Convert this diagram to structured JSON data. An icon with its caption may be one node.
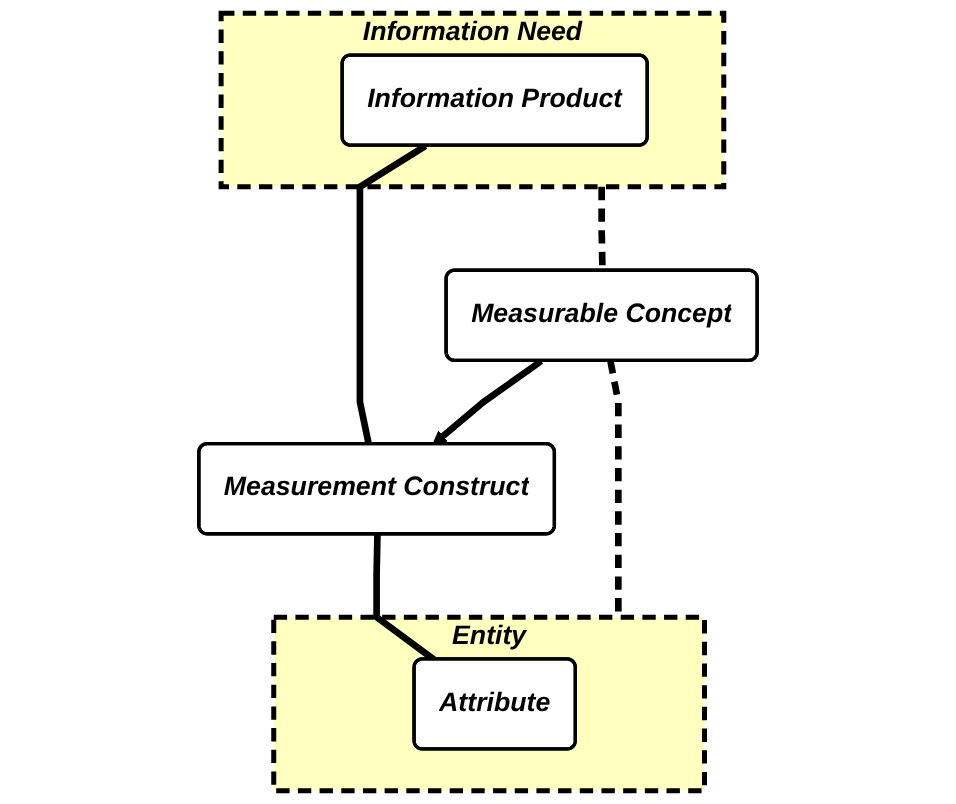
{
  "diagram": {
    "nodes": [
      {
        "text": [
          "Information Need"
        ]
      },
      {
        "text": [
          "Information Product"
        ],
        "in": 0
      },
      {
        "text": [
          "Measurable Concept"
        ]
      },
      {
        "text": [
          "Measurement Construct"
        ]
      },
      {
        "text": [
          "Entity"
        ]
      },
      {
        "text": [
          "Attribute"
        ],
        "in": 4
      }
    ],
    "edges": [
      {
        "from": 0,
        "to": 2,
        "arrow": "none",
        "style": "dashed"
      },
      {
        "from": 1,
        "to": 3,
        "arrow": "none"
      },
      {
        "from": 2,
        "to": 3,
        "arrow": "to"
      },
      {
        "from": 2,
        "to": 4,
        "arrow": "none",
        "style": "dashed"
      },
      {
        "from": 3,
        "to": 5,
        "arrow": "none"
      }
    ]
  }
}
